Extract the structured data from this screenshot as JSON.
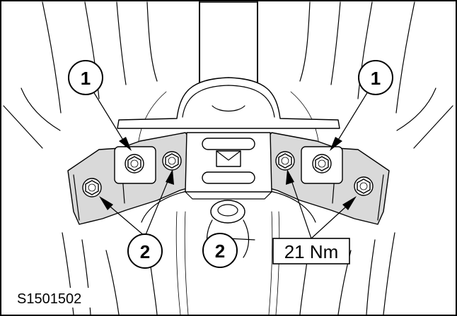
{
  "callouts": {
    "bracket_bolt_left": "1",
    "bracket_bolt_right": "1",
    "nut_group_left": "2",
    "nut_group_center": "2"
  },
  "torque_spec": "21 Nm",
  "figure_ref": "S1501502"
}
